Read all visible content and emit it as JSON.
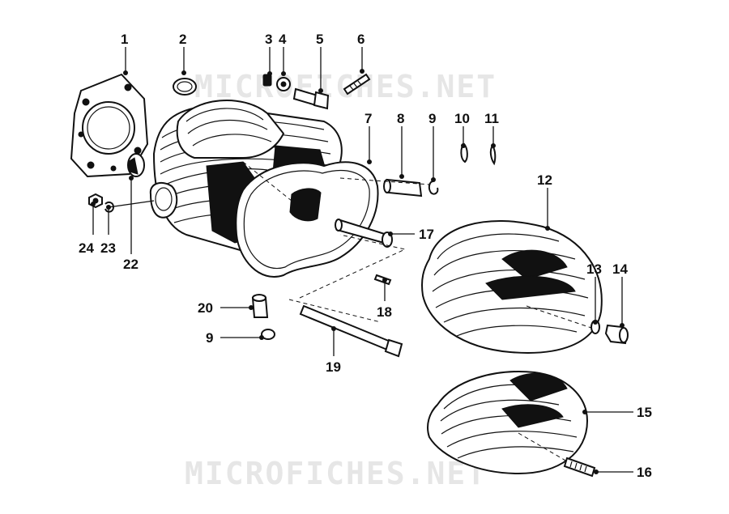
{
  "watermark": {
    "text": "MICROFICHES.NET"
  },
  "callouts": [
    {
      "id": "c1",
      "number": "1"
    },
    {
      "id": "c2",
      "number": "2"
    },
    {
      "id": "c3",
      "number": "3"
    },
    {
      "id": "c4",
      "number": "4"
    },
    {
      "id": "c5",
      "number": "5"
    },
    {
      "id": "c6",
      "number": "6"
    },
    {
      "id": "c7",
      "number": "7"
    },
    {
      "id": "c8",
      "number": "8"
    },
    {
      "id": "c9a",
      "number": "9"
    },
    {
      "id": "c10",
      "number": "10"
    },
    {
      "id": "c11",
      "number": "11"
    },
    {
      "id": "c12",
      "number": "12"
    },
    {
      "id": "c13",
      "number": "13"
    },
    {
      "id": "c14",
      "number": "14"
    },
    {
      "id": "c15",
      "number": "15"
    },
    {
      "id": "c16",
      "number": "16"
    },
    {
      "id": "c17",
      "number": "17"
    },
    {
      "id": "c18",
      "number": "18"
    },
    {
      "id": "c19",
      "number": "19"
    },
    {
      "id": "c20",
      "number": "20"
    },
    {
      "id": "c9b",
      "number": "9"
    },
    {
      "id": "c22",
      "number": "22"
    },
    {
      "id": "c23",
      "number": "23"
    },
    {
      "id": "c24",
      "number": "24"
    }
  ]
}
